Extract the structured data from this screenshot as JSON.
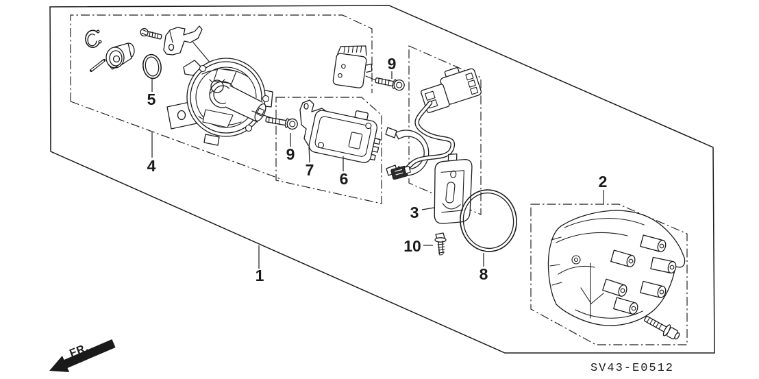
{
  "diagram": {
    "code": "SV43-E0512",
    "direction_label": "FR.",
    "labels": [
      {
        "text": "1"
      },
      {
        "text": "2"
      },
      {
        "text": "3"
      },
      {
        "text": "4"
      },
      {
        "text": "5"
      },
      {
        "text": "6"
      },
      {
        "text": "7"
      },
      {
        "text": "8"
      },
      {
        "text": "9"
      },
      {
        "text": "9"
      },
      {
        "text": "10"
      }
    ]
  },
  "colors": {
    "line": "#1a1a1a",
    "background": "#ffffff"
  }
}
